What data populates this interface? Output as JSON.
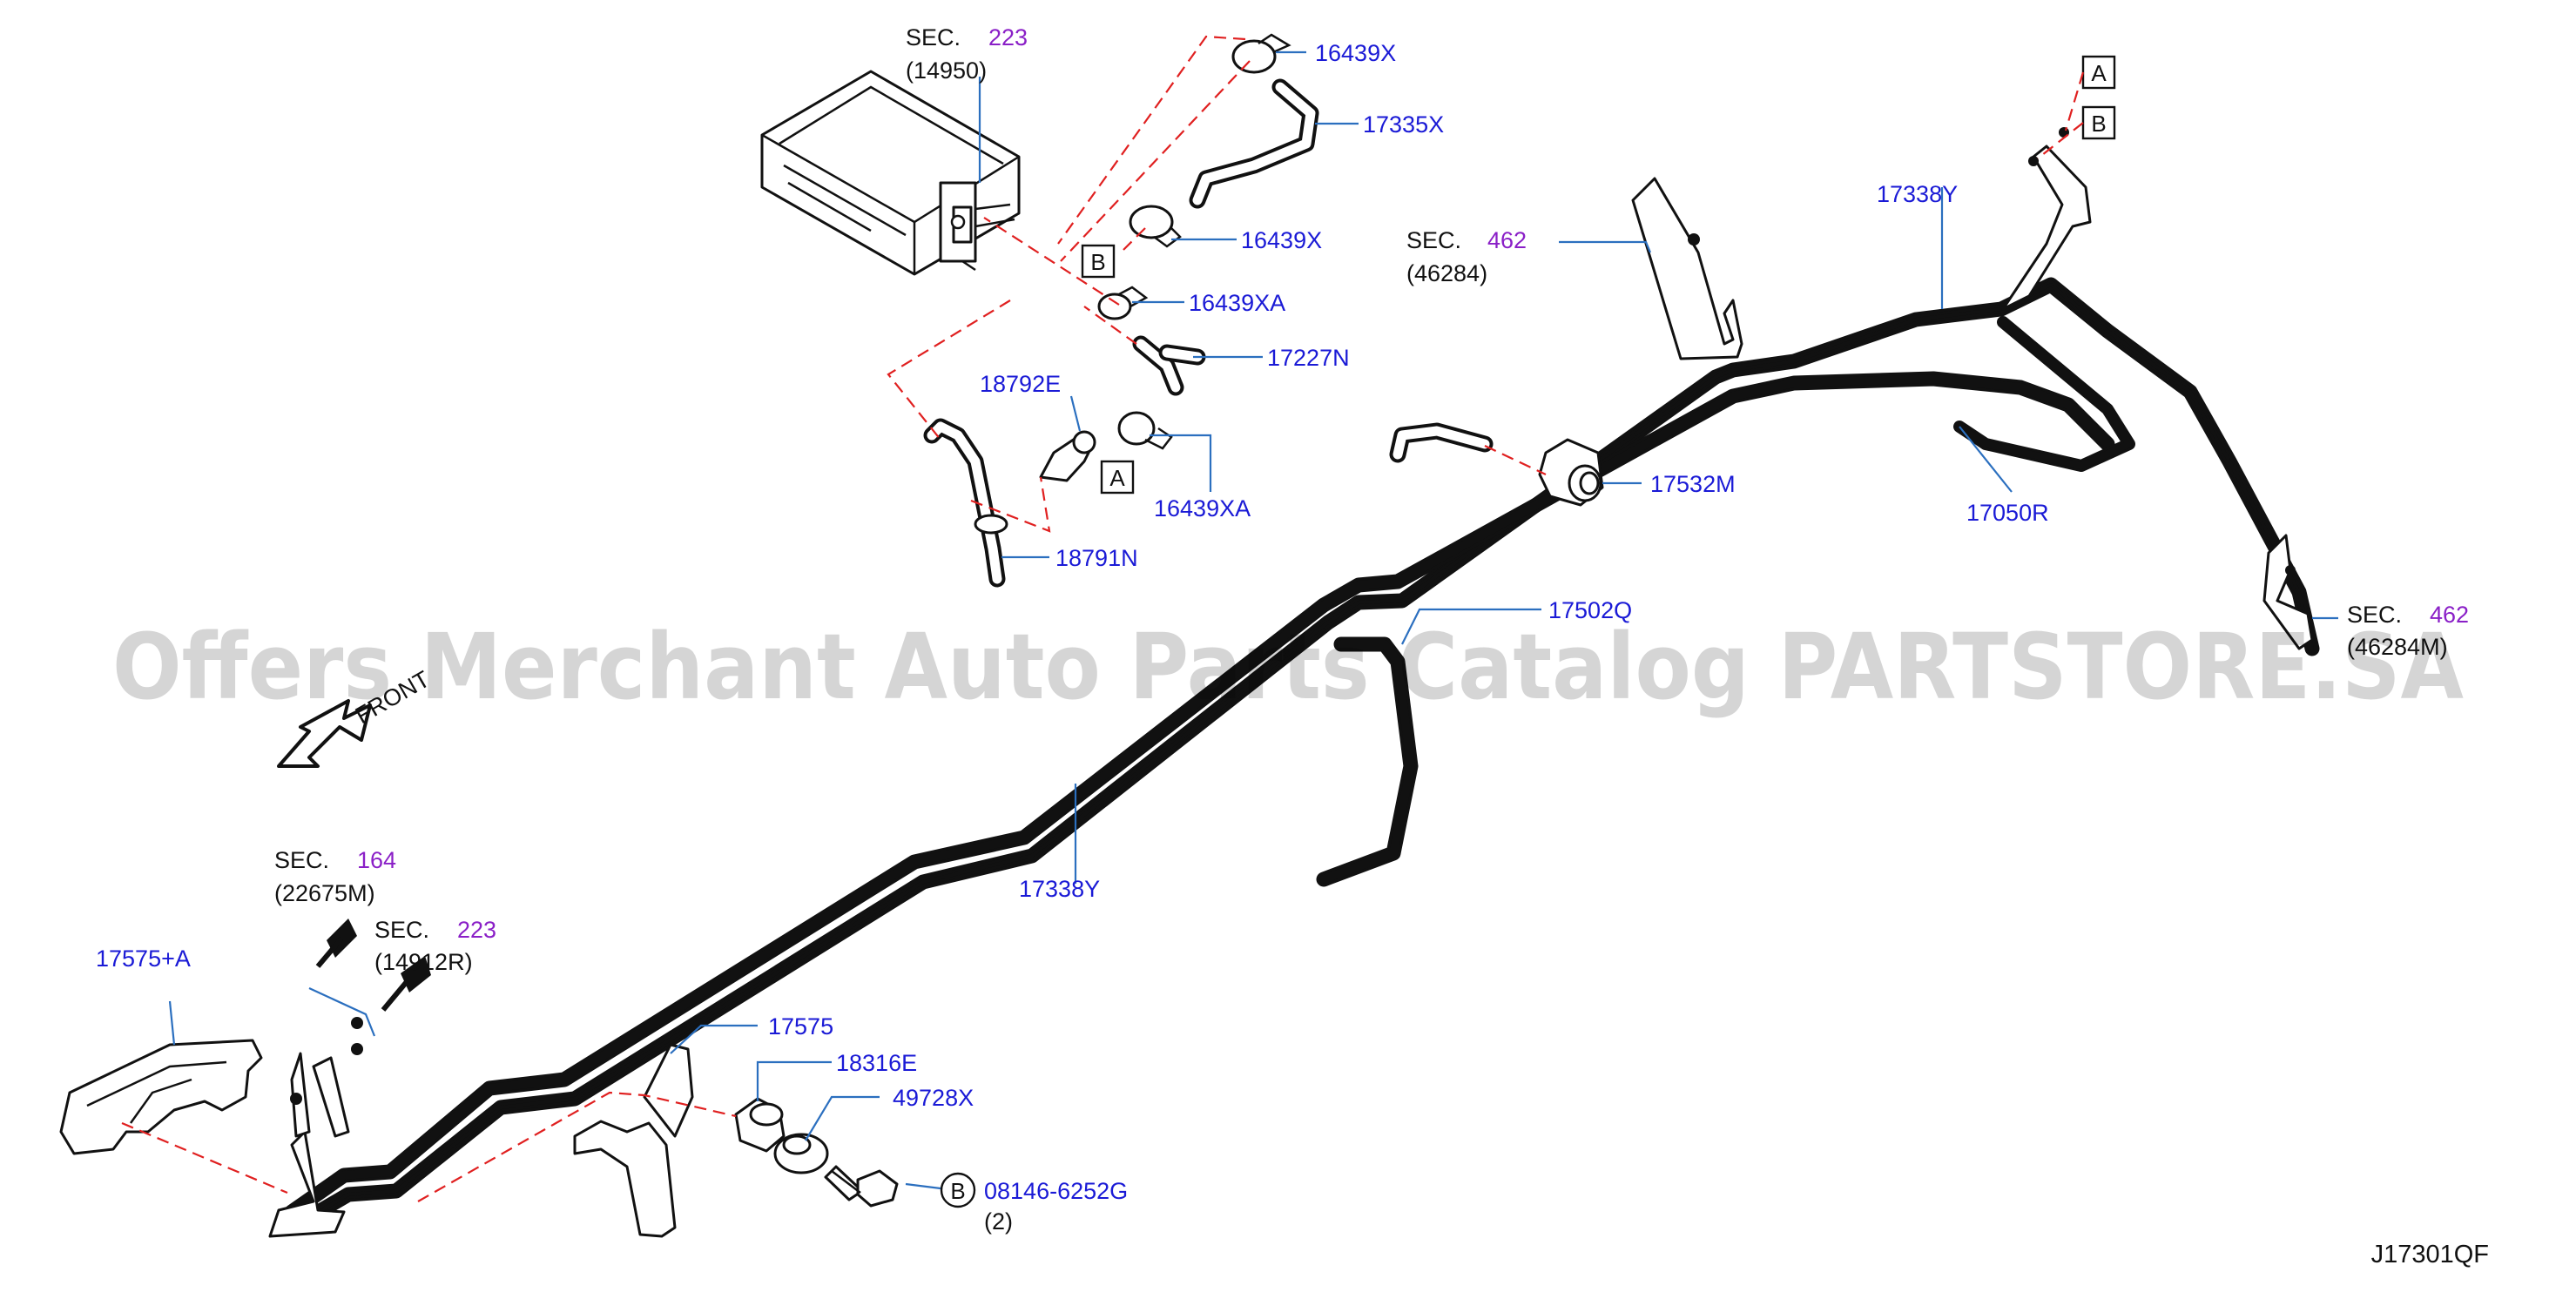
{
  "diagram_code": "J17301QF",
  "watermark": "Offers Merchant Auto Parts Catalog PARTSTORE.SA",
  "front_label": "FRONT",
  "sec_prefix": "SEC.",
  "section_refs": [
    {
      "sec": "223",
      "sub": "(14950)"
    },
    {
      "sec": "462",
      "sub": "(46284)"
    },
    {
      "sec": "462",
      "sub": "(46284M)"
    },
    {
      "sec": "164",
      "sub": "(22675M)"
    },
    {
      "sec": "223",
      "sub": "(14912R)"
    }
  ],
  "part_labels": [
    "16439X",
    "17335X",
    "16439X",
    "16439XA",
    "17227N",
    "18792E",
    "16439XA",
    "18791N",
    "17338Y",
    "17050R",
    "17532M",
    "17502Q",
    "17338Y",
    "17575+A",
    "17575",
    "18316E",
    "49728X",
    "08146-6252G"
  ],
  "quantity_note": "(2)",
  "callouts": [
    "A",
    "B",
    "B",
    "A"
  ],
  "bolt_callout": "B"
}
